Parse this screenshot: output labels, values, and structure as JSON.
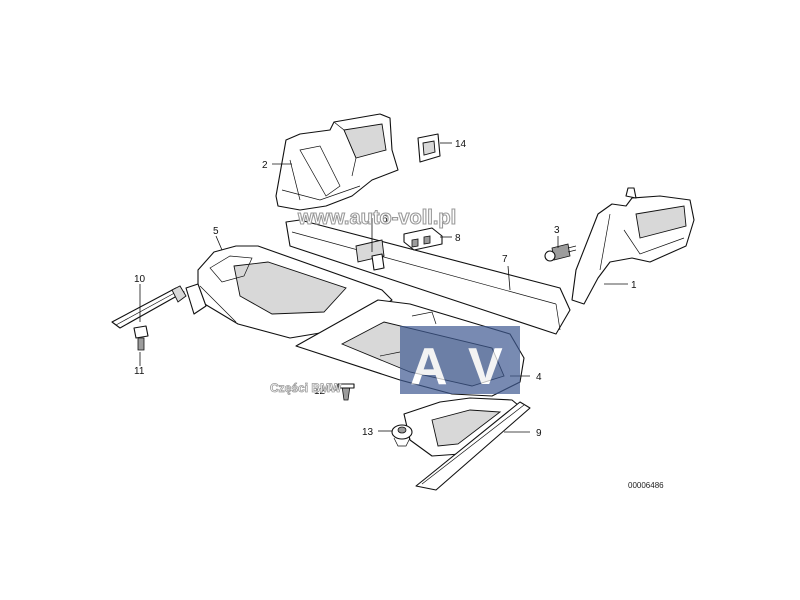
{
  "callouts": {
    "c1": "1",
    "c2": "2",
    "c3": "3",
    "c4": "4",
    "c5": "5",
    "c6": "6",
    "c7": "7",
    "c8": "8",
    "c9": "9",
    "c10": "10",
    "c11": "11",
    "c12": "12",
    "c13": "13",
    "c14": "14"
  },
  "watermark": {
    "url": "www.auto-voll.pl",
    "caption": "Części BMW",
    "logo_letter_1": "A",
    "logo_letter_2": "V",
    "logo_color": "#3f5a92"
  },
  "document_number": "00006486"
}
